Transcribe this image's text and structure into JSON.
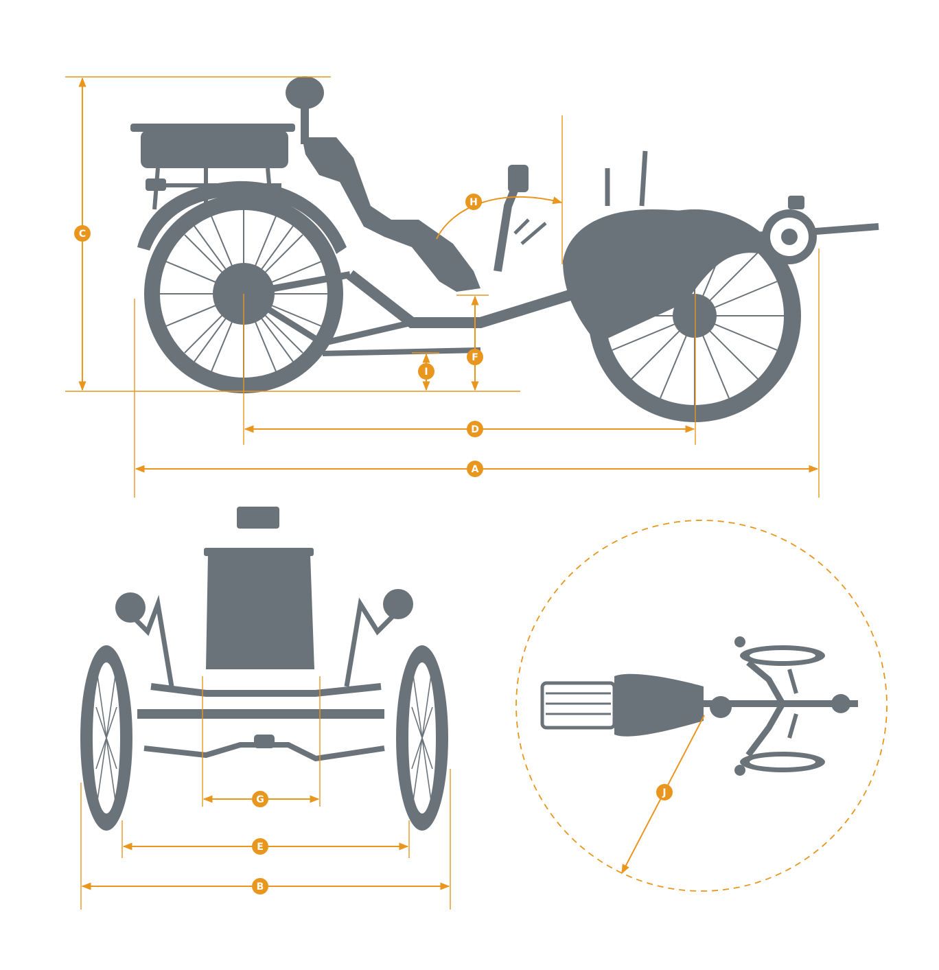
{
  "colors": {
    "accent": "#e8961e",
    "silhouette": "#6b737a",
    "background": "#ffffff"
  },
  "dimensions": {
    "A": "A",
    "B": "B",
    "C": "C",
    "D": "D",
    "E": "E",
    "F": "F",
    "G": "G",
    "H": "H",
    "I": "I",
    "J": "J"
  },
  "views": [
    "side-view",
    "front-view",
    "top-view"
  ]
}
